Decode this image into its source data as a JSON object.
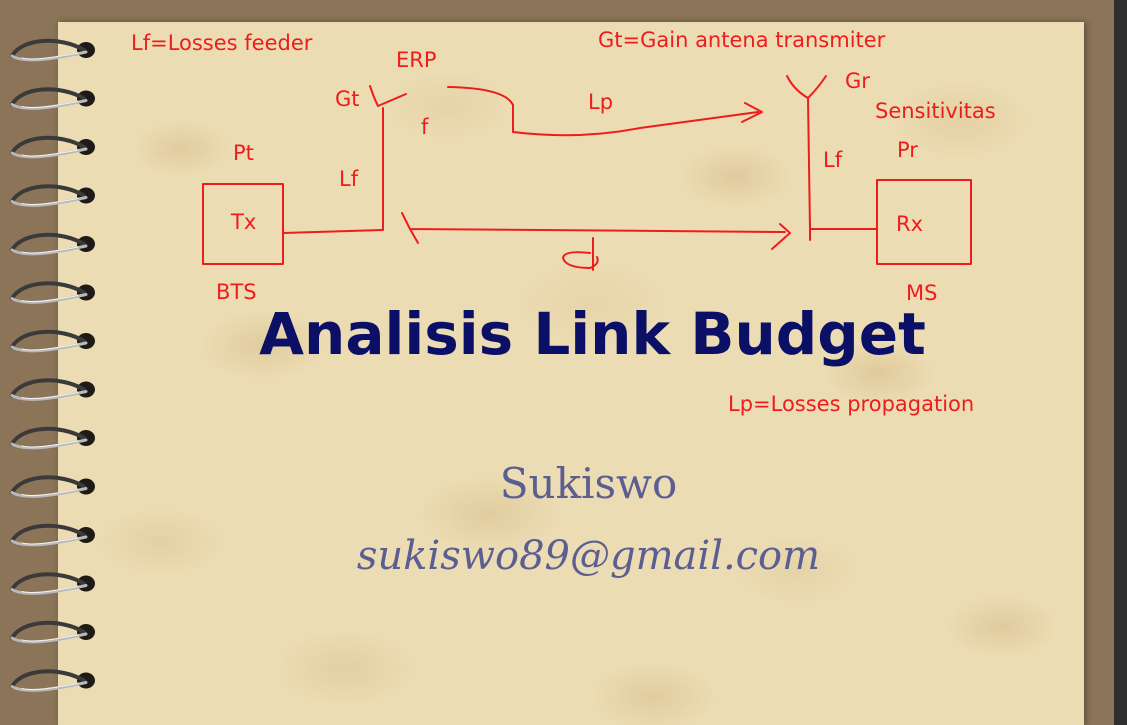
{
  "slide": {
    "title": "Analisis Link Budget",
    "author": "Sukiswo",
    "email": "sukiswo89@gmail.com"
  },
  "annotations": {
    "lf_def": "Lf=Losses feeder",
    "gt_def": "Gt=Gain antena transmiter",
    "lp_def": "Lp=Losses propagation",
    "erp": "ERP",
    "gt": "Gt",
    "f": "f",
    "lp": "Lp",
    "gr": "Gr",
    "sensitivitas": "Sensitivitas",
    "pt": "Pt",
    "pr": "Pr",
    "lf_tx": "Lf",
    "lf_rx": "Lf",
    "tx": "Tx",
    "rx": "Rx",
    "bts": "BTS",
    "ms": "MS"
  },
  "colors": {
    "ink": "#ee1c1c",
    "title": "#0c0f66",
    "author": "#5c5e92",
    "paper": "#ecdcb3",
    "board": "#8b7458"
  }
}
